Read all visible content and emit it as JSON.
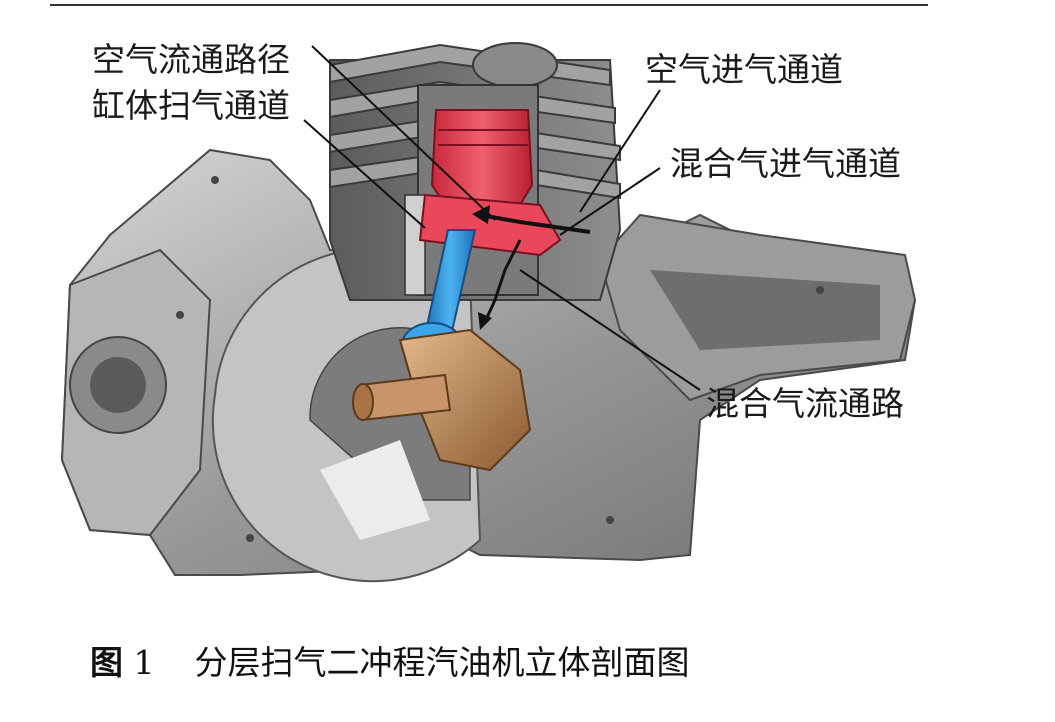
{
  "labels": {
    "air_path": "空气流通路径",
    "cylinder_scavenge": "缸体扫气通道",
    "air_inlet": "空气进气通道",
    "mixture_inlet": "混合气进气通道",
    "mixture_path": "混合气流通路"
  },
  "caption": {
    "figure_label": "图",
    "figure_number": "1",
    "text": "分层扫气二冲程汽油机立体剖面图"
  },
  "colors": {
    "piston": "#e8485a",
    "connecting_rod": "#2f9be0",
    "crankshaft": "#b07a4a",
    "engine_body": "#a8a8a8"
  }
}
